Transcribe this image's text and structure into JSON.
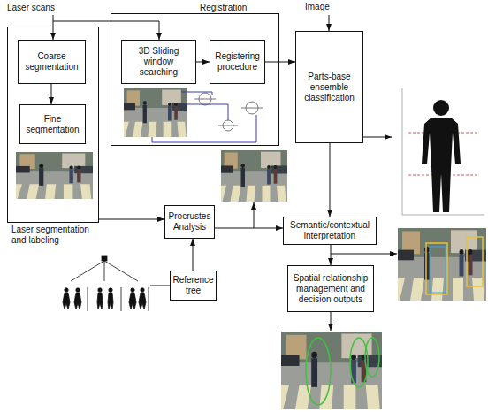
{
  "diagram": {
    "nodes": [
      {
        "text": [
          "Laser segmentation and labeling"
        ]
      },
      {
        "text": [
          "Coarse segmentation"
        ],
        "in": 0
      },
      {
        "text": [
          "Fine segmentation"
        ],
        "in": 0
      },
      {
        "text": [
          "Registration"
        ]
      },
      {
        "text": [
          "3D Sliding window searching"
        ],
        "in": 3
      },
      {
        "text": [
          "Registering procedure"
        ],
        "in": 3
      },
      {
        "text": [
          "Parts-base ensemble classification"
        ]
      },
      {
        "text": [
          "Procrustes Analysis"
        ]
      },
      {
        "text": [
          "Semantic/contextual interpretation"
        ]
      },
      {
        "text": [
          "Reference tree"
        ]
      },
      {
        "text": [
          "Spatial relationship management and decision outputs"
        ]
      }
    ],
    "edges": [
      {
        "from": 1,
        "to": 2,
        "arrow": "to"
      },
      {
        "from": 4,
        "to": 5,
        "arrow": "to"
      },
      {
        "from": 3,
        "to": 6,
        "arrow": "to"
      },
      {
        "from": 6,
        "to": 8,
        "arrow": "to"
      },
      {
        "from": 0,
        "to": 7,
        "arrow": "to"
      },
      {
        "from": 9,
        "to": 7,
        "arrow": "to"
      },
      {
        "from": 7,
        "to": 8,
        "arrow": "to"
      },
      {
        "from": 8,
        "to": 10,
        "arrow": "to"
      }
    ],
    "labels": [
      "Laser scans",
      "Image"
    ]
  }
}
